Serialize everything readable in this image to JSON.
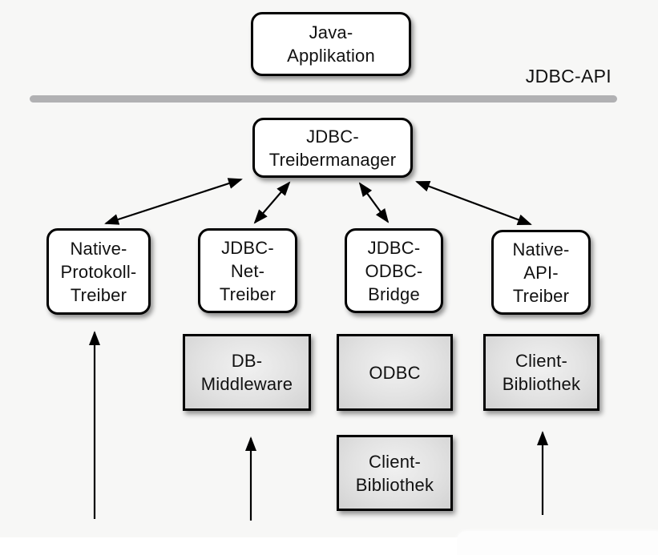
{
  "background_color": "#f7f7f6",
  "text_color": "#111111",
  "divider": {
    "label": "JDBC-API",
    "color": "#b1b1b3"
  },
  "nodes": {
    "java_app": {
      "lines": [
        "Java-",
        "Applikation"
      ],
      "style": "white"
    },
    "treibermanager": {
      "lines": [
        "JDBC-",
        "Treibermanager"
      ],
      "style": "white"
    },
    "native_protokoll": {
      "lines": [
        "Native-",
        "Protokoll-",
        "Treiber"
      ],
      "style": "white"
    },
    "jdbc_net": {
      "lines": [
        "JDBC-",
        "Net-",
        "Treiber"
      ],
      "style": "white"
    },
    "jdbc_odbc": {
      "lines": [
        "JDBC-",
        "ODBC-",
        "Bridge"
      ],
      "style": "white"
    },
    "native_api": {
      "lines": [
        "Native-",
        "API-",
        "Treiber"
      ],
      "style": "white"
    },
    "db_middleware": {
      "lines": [
        "DB-",
        "Middleware"
      ],
      "style": "gray"
    },
    "odbc": {
      "lines": [
        "ODBC"
      ],
      "style": "gray"
    },
    "client_bibliothek_unter_odbc": {
      "lines": [
        "Client-",
        "Bibliothek"
      ],
      "style": "gray"
    },
    "client_bibliothek_rechts": {
      "lines": [
        "Client-",
        "Bibliothek"
      ],
      "style": "gray"
    }
  },
  "arrows": {
    "manager_native_protokoll": "bidirectional",
    "manager_jdbc_net": "bidirectional",
    "manager_jdbc_odbc": "bidirectional",
    "manager_native_api": "bidirectional",
    "up_to_native_protokoll": "up",
    "up_to_db_middleware": "up",
    "up_to_client_bibliothek": "up"
  }
}
